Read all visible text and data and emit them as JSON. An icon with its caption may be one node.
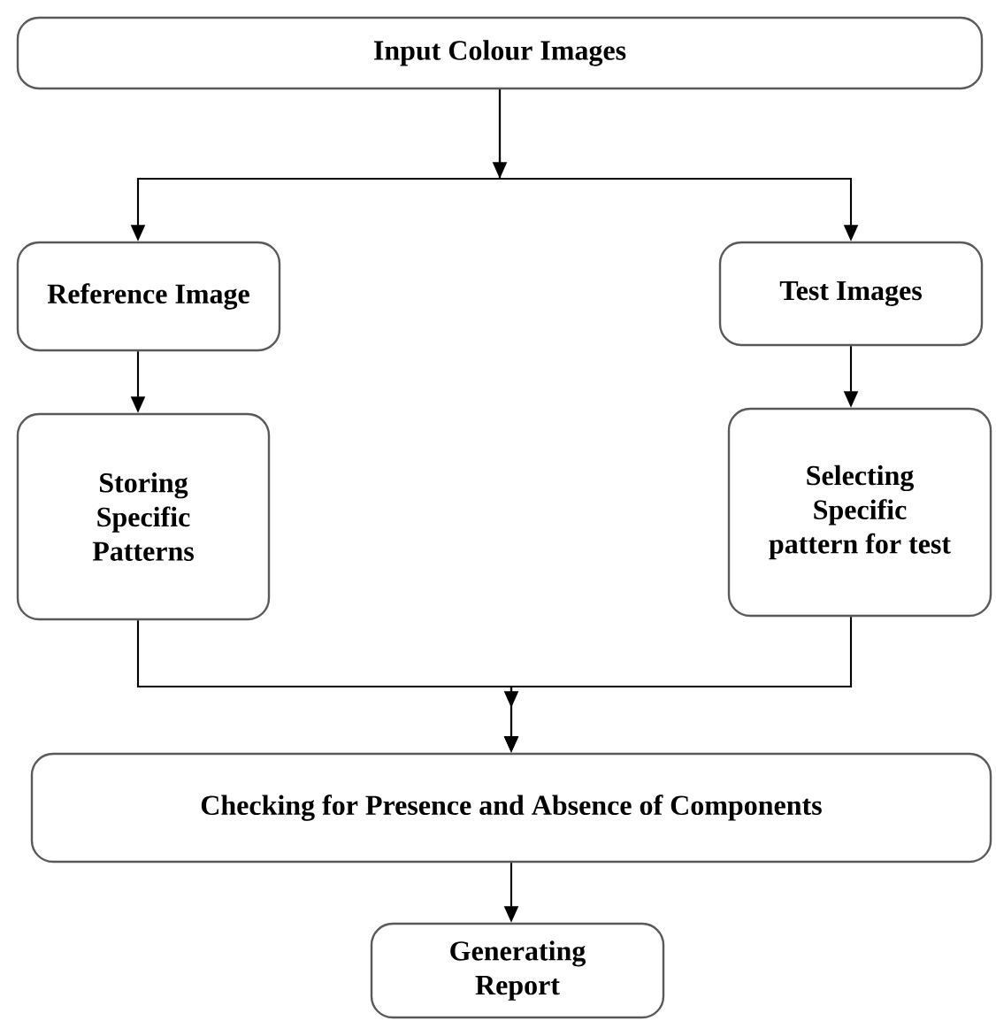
{
  "diagram": {
    "nodes": [
      {
        "text": [
          "Input Colour Images"
        ]
      },
      {
        "text": [
          "Reference Image"
        ]
      },
      {
        "text": [
          "Test Images"
        ]
      },
      {
        "text": [
          "Storing Specific Patterns"
        ]
      },
      {
        "text": [
          "Selecting Specific pattern for test"
        ]
      },
      {
        "text": [
          "Checking for Presence and Absence of Components"
        ]
      },
      {
        "text": [
          "Generating Report"
        ]
      }
    ],
    "edges": [
      {
        "from": 0,
        "to": 1,
        "arrow": "to"
      },
      {
        "from": 0,
        "to": 2,
        "arrow": "to"
      },
      {
        "from": 1,
        "to": 3,
        "arrow": "to"
      },
      {
        "from": 2,
        "to": 4,
        "arrow": "to"
      },
      {
        "from": 3,
        "to": 5,
        "arrow": "to"
      },
      {
        "from": 4,
        "to": 5,
        "arrow": "to"
      },
      {
        "from": 5,
        "to": 6,
        "arrow": "to"
      }
    ]
  }
}
